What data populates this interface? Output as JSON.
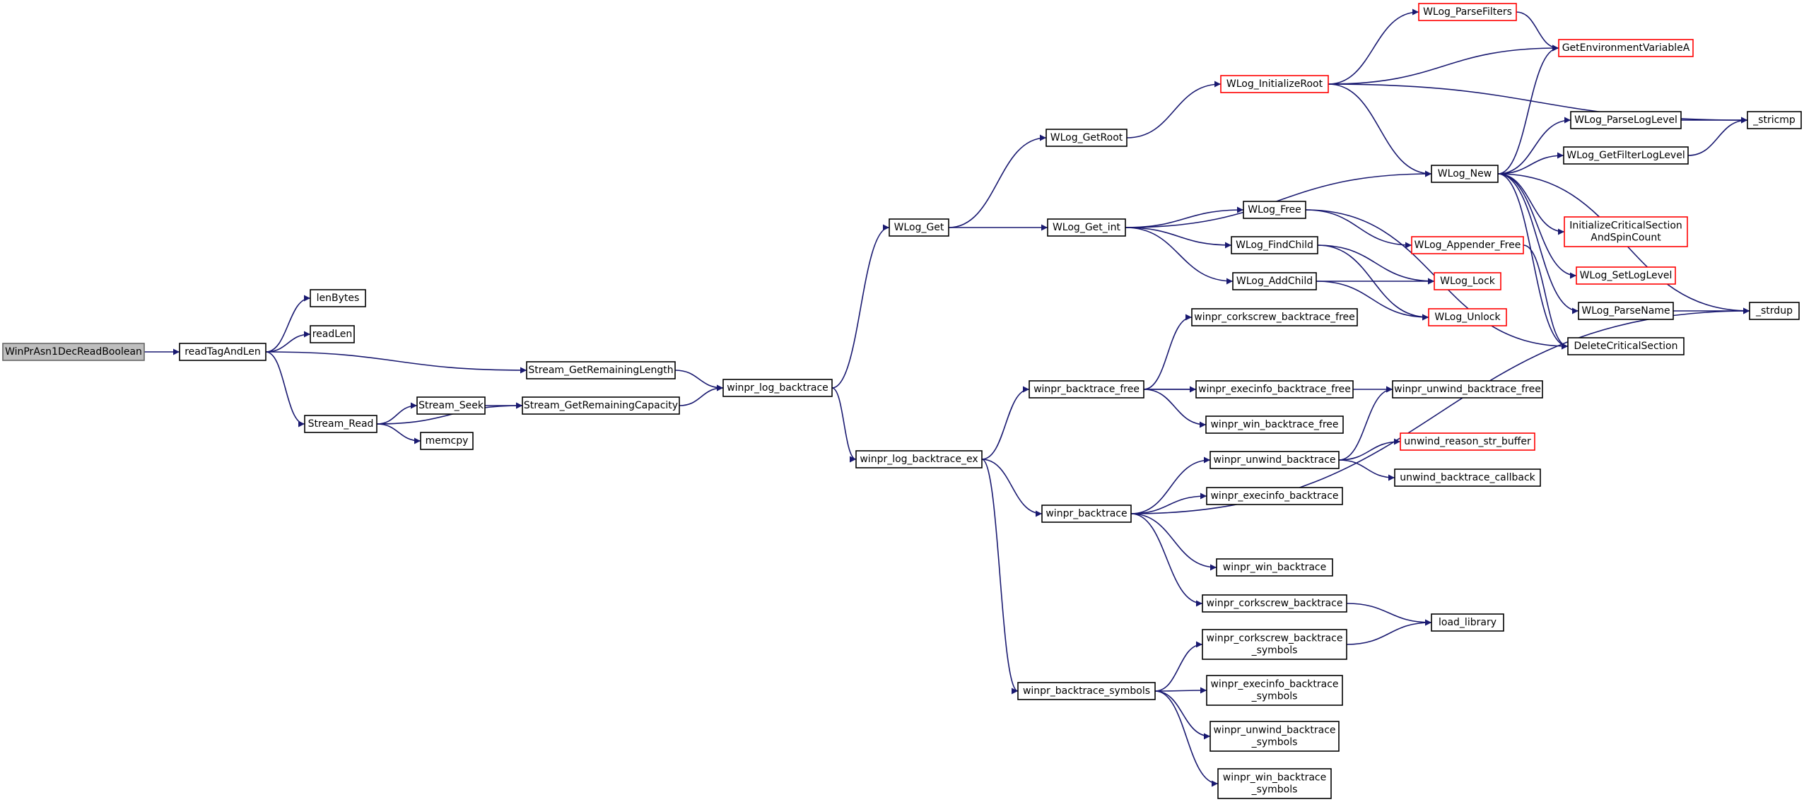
{
  "colors": {
    "edge": "#191970",
    "highlight_border": "#ff0000",
    "root_fill": "#bfbfbf"
  },
  "nodes": {
    "root": {
      "lines": [
        "WinPrAsn1DecReadBoolean"
      ]
    },
    "readTagAndLen": {
      "lines": [
        "readTagAndLen"
      ]
    },
    "lenBytes": {
      "lines": [
        "lenBytes"
      ]
    },
    "readLen": {
      "lines": [
        "readLen"
      ]
    },
    "Stream_Read": {
      "lines": [
        "Stream_Read"
      ]
    },
    "Stream_Seek": {
      "lines": [
        "Stream_Seek"
      ]
    },
    "memcpy": {
      "lines": [
        "memcpy"
      ]
    },
    "Stream_GetRemainingLength": {
      "lines": [
        "Stream_GetRemainingLength"
      ]
    },
    "Stream_GetRemainingCapacity": {
      "lines": [
        "Stream_GetRemainingCapacity"
      ]
    },
    "winpr_log_backtrace": {
      "lines": [
        "winpr_log_backtrace"
      ]
    },
    "WLog_Get": {
      "lines": [
        "WLog_Get"
      ]
    },
    "winpr_log_backtrace_ex": {
      "lines": [
        "winpr_log_backtrace_ex"
      ]
    },
    "WLog_GetRoot": {
      "lines": [
        "WLog_GetRoot"
      ]
    },
    "WLog_Get_int": {
      "lines": [
        "WLog_Get_int"
      ]
    },
    "WLog_InitializeRoot": {
      "lines": [
        "WLog_InitializeRoot"
      ]
    },
    "WLog_ParseFilters": {
      "lines": [
        "WLog_ParseFilters"
      ]
    },
    "GetEnvironmentVariableA": {
      "lines": [
        "GetEnvironmentVariableA"
      ]
    },
    "_stricmp": {
      "lines": [
        "_stricmp"
      ]
    },
    "WLog_ParseLogLevel": {
      "lines": [
        "WLog_ParseLogLevel"
      ]
    },
    "WLog_GetFilterLogLevel": {
      "lines": [
        "WLog_GetFilterLogLevel"
      ]
    },
    "WLog_New": {
      "lines": [
        "WLog_New"
      ]
    },
    "WLog_Free": {
      "lines": [
        "WLog_Free"
      ]
    },
    "WLog_FindChild": {
      "lines": [
        "WLog_FindChild"
      ]
    },
    "WLog_AddChild": {
      "lines": [
        "WLog_AddChild"
      ]
    },
    "WLog_Appender_Free": {
      "lines": [
        "WLog_Appender_Free"
      ]
    },
    "InitializeCriticalSectionAndSpinCount": {
      "lines": [
        "InitializeCriticalSection",
        "AndSpinCount"
      ]
    },
    "WLog_SetLogLevel": {
      "lines": [
        "WLog_SetLogLevel"
      ]
    },
    "WLog_Lock": {
      "lines": [
        "WLog_Lock"
      ]
    },
    "WLog_Unlock": {
      "lines": [
        "WLog_Unlock"
      ]
    },
    "WLog_ParseName": {
      "lines": [
        "WLog_ParseName"
      ]
    },
    "_strdup": {
      "lines": [
        "_strdup"
      ]
    },
    "DeleteCriticalSection": {
      "lines": [
        "DeleteCriticalSection"
      ]
    },
    "winpr_corkscrew_backtrace_free": {
      "lines": [
        "winpr_corkscrew_backtrace_free"
      ]
    },
    "winpr_backtrace_free": {
      "lines": [
        "winpr_backtrace_free"
      ]
    },
    "winpr_execinfo_backtrace_free": {
      "lines": [
        "winpr_execinfo_backtrace_free"
      ]
    },
    "winpr_unwind_backtrace_free": {
      "lines": [
        "winpr_unwind_backtrace_free"
      ]
    },
    "winpr_win_backtrace_free": {
      "lines": [
        "winpr_win_backtrace_free"
      ]
    },
    "winpr_unwind_backtrace": {
      "lines": [
        "winpr_unwind_backtrace"
      ]
    },
    "unwind_reason_str_buffer": {
      "lines": [
        "unwind_reason_str_buffer"
      ]
    },
    "unwind_backtrace_callback": {
      "lines": [
        "unwind_backtrace_callback"
      ]
    },
    "winpr_execinfo_backtrace": {
      "lines": [
        "winpr_execinfo_backtrace"
      ]
    },
    "winpr_backtrace": {
      "lines": [
        "winpr_backtrace"
      ]
    },
    "winpr_win_backtrace": {
      "lines": [
        "winpr_win_backtrace"
      ]
    },
    "winpr_corkscrew_backtrace": {
      "lines": [
        "winpr_corkscrew_backtrace"
      ]
    },
    "load_library": {
      "lines": [
        "load_library"
      ]
    },
    "winpr_corkscrew_backtrace_symbols": {
      "lines": [
        "winpr_corkscrew_backtrace",
        "_symbols"
      ]
    },
    "winpr_backtrace_symbols": {
      "lines": [
        "winpr_backtrace_symbols"
      ]
    },
    "winpr_execinfo_backtrace_symbols": {
      "lines": [
        "winpr_execinfo_backtrace",
        "_symbols"
      ]
    },
    "winpr_unwind_backtrace_symbols": {
      "lines": [
        "winpr_unwind_backtrace",
        "_symbols"
      ]
    },
    "winpr_win_backtrace_symbols": {
      "lines": [
        "winpr_win_backtrace",
        "_symbols"
      ]
    }
  },
  "edges": [
    [
      "root",
      "readTagAndLen"
    ],
    [
      "readTagAndLen",
      "lenBytes"
    ],
    [
      "readTagAndLen",
      "readLen"
    ],
    [
      "readTagAndLen",
      "Stream_GetRemainingLength"
    ],
    [
      "readTagAndLen",
      "Stream_Read"
    ],
    [
      "Stream_Read",
      "Stream_Seek"
    ],
    [
      "Stream_Read",
      "memcpy"
    ],
    [
      "Stream_Read",
      "Stream_GetRemainingCapacity"
    ],
    [
      "Stream_Seek",
      "Stream_GetRemainingCapacity"
    ],
    [
      "Stream_GetRemainingLength",
      "winpr_log_backtrace"
    ],
    [
      "Stream_GetRemainingCapacity",
      "winpr_log_backtrace"
    ],
    [
      "winpr_log_backtrace",
      "WLog_Get"
    ],
    [
      "winpr_log_backtrace",
      "winpr_log_backtrace_ex"
    ],
    [
      "WLog_Get",
      "WLog_GetRoot"
    ],
    [
      "WLog_Get",
      "WLog_Get_int"
    ],
    [
      "WLog_GetRoot",
      "WLog_InitializeRoot"
    ],
    [
      "WLog_InitializeRoot",
      "WLog_ParseFilters"
    ],
    [
      "WLog_InitializeRoot",
      "GetEnvironmentVariableA"
    ],
    [
      "WLog_InitializeRoot",
      "_stricmp"
    ],
    [
      "WLog_InitializeRoot",
      "WLog_New"
    ],
    [
      "WLog_ParseFilters",
      "GetEnvironmentVariableA"
    ],
    [
      "WLog_Get_int",
      "WLog_New"
    ],
    [
      "WLog_Get_int",
      "WLog_Free"
    ],
    [
      "WLog_Get_int",
      "WLog_FindChild"
    ],
    [
      "WLog_Get_int",
      "WLog_AddChild"
    ],
    [
      "WLog_New",
      "GetEnvironmentVariableA"
    ],
    [
      "WLog_New",
      "WLog_ParseLogLevel"
    ],
    [
      "WLog_New",
      "WLog_GetFilterLogLevel"
    ],
    [
      "WLog_New",
      "InitializeCriticalSectionAndSpinCount"
    ],
    [
      "WLog_New",
      "WLog_SetLogLevel"
    ],
    [
      "WLog_New",
      "WLog_ParseName"
    ],
    [
      "WLog_New",
      "_strdup"
    ],
    [
      "WLog_New",
      "DeleteCriticalSection"
    ],
    [
      "WLog_ParseLogLevel",
      "_stricmp"
    ],
    [
      "WLog_GetFilterLogLevel",
      "_stricmp"
    ],
    [
      "WLog_ParseName",
      "_strdup"
    ],
    [
      "WLog_Free",
      "WLog_Appender_Free"
    ],
    [
      "WLog_Free",
      "DeleteCriticalSection"
    ],
    [
      "WLog_Appender_Free",
      "DeleteCriticalSection"
    ],
    [
      "WLog_FindChild",
      "WLog_Lock"
    ],
    [
      "WLog_FindChild",
      "WLog_Unlock"
    ],
    [
      "WLog_AddChild",
      "WLog_Lock"
    ],
    [
      "WLog_AddChild",
      "WLog_Unlock"
    ],
    [
      "winpr_log_backtrace_ex",
      "winpr_backtrace_free"
    ],
    [
      "winpr_log_backtrace_ex",
      "winpr_backtrace"
    ],
    [
      "winpr_log_backtrace_ex",
      "winpr_backtrace_symbols"
    ],
    [
      "winpr_backtrace_free",
      "winpr_corkscrew_backtrace_free"
    ],
    [
      "winpr_backtrace_free",
      "winpr_execinfo_backtrace_free"
    ],
    [
      "winpr_backtrace_free",
      "winpr_unwind_backtrace_free"
    ],
    [
      "winpr_backtrace_free",
      "winpr_win_backtrace_free"
    ],
    [
      "winpr_backtrace",
      "winpr_unwind_backtrace"
    ],
    [
      "winpr_backtrace",
      "winpr_execinfo_backtrace"
    ],
    [
      "winpr_backtrace",
      "_strdup"
    ],
    [
      "winpr_backtrace",
      "winpr_win_backtrace"
    ],
    [
      "winpr_backtrace",
      "winpr_corkscrew_backtrace"
    ],
    [
      "winpr_unwind_backtrace",
      "winpr_unwind_backtrace_free"
    ],
    [
      "winpr_unwind_backtrace",
      "unwind_reason_str_buffer"
    ],
    [
      "winpr_unwind_backtrace",
      "unwind_backtrace_callback"
    ],
    [
      "winpr_corkscrew_backtrace",
      "load_library"
    ],
    [
      "winpr_corkscrew_backtrace_symbols",
      "load_library"
    ],
    [
      "winpr_backtrace_symbols",
      "winpr_corkscrew_backtrace_symbols"
    ],
    [
      "winpr_backtrace_symbols",
      "winpr_execinfo_backtrace_symbols"
    ],
    [
      "winpr_backtrace_symbols",
      "winpr_unwind_backtrace_symbols"
    ],
    [
      "winpr_backtrace_symbols",
      "winpr_win_backtrace_symbols"
    ]
  ]
}
